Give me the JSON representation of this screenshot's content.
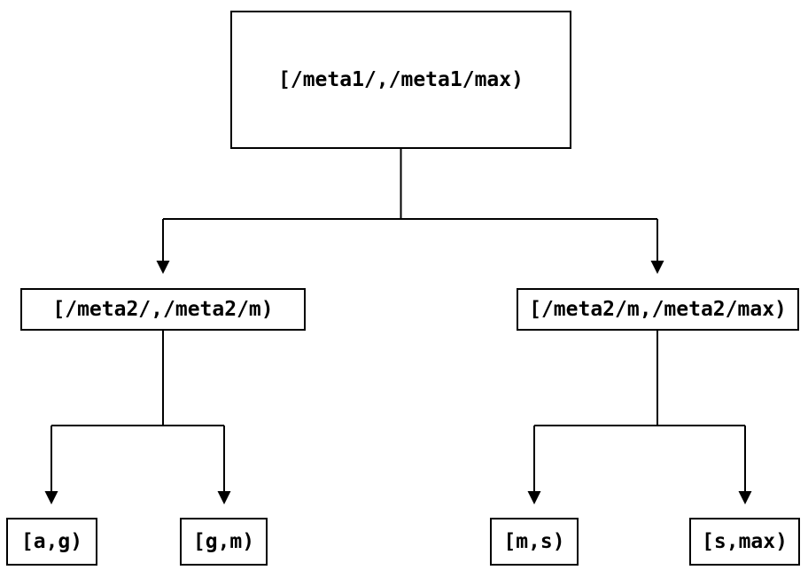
{
  "tree": {
    "root": {
      "label": "[/meta1/,/meta1/max)"
    },
    "level2": [
      {
        "label": "[/meta2/,/meta2/m)"
      },
      {
        "label": "[/meta2/m,/meta2/max)"
      }
    ],
    "leaves": [
      {
        "label": "[a,g)"
      },
      {
        "label": "[g,m)"
      },
      {
        "label": "[m,s)"
      },
      {
        "label": "[s,max)"
      }
    ]
  },
  "colors": {
    "line": "#000000",
    "background": "#ffffff",
    "text": "#000000"
  }
}
